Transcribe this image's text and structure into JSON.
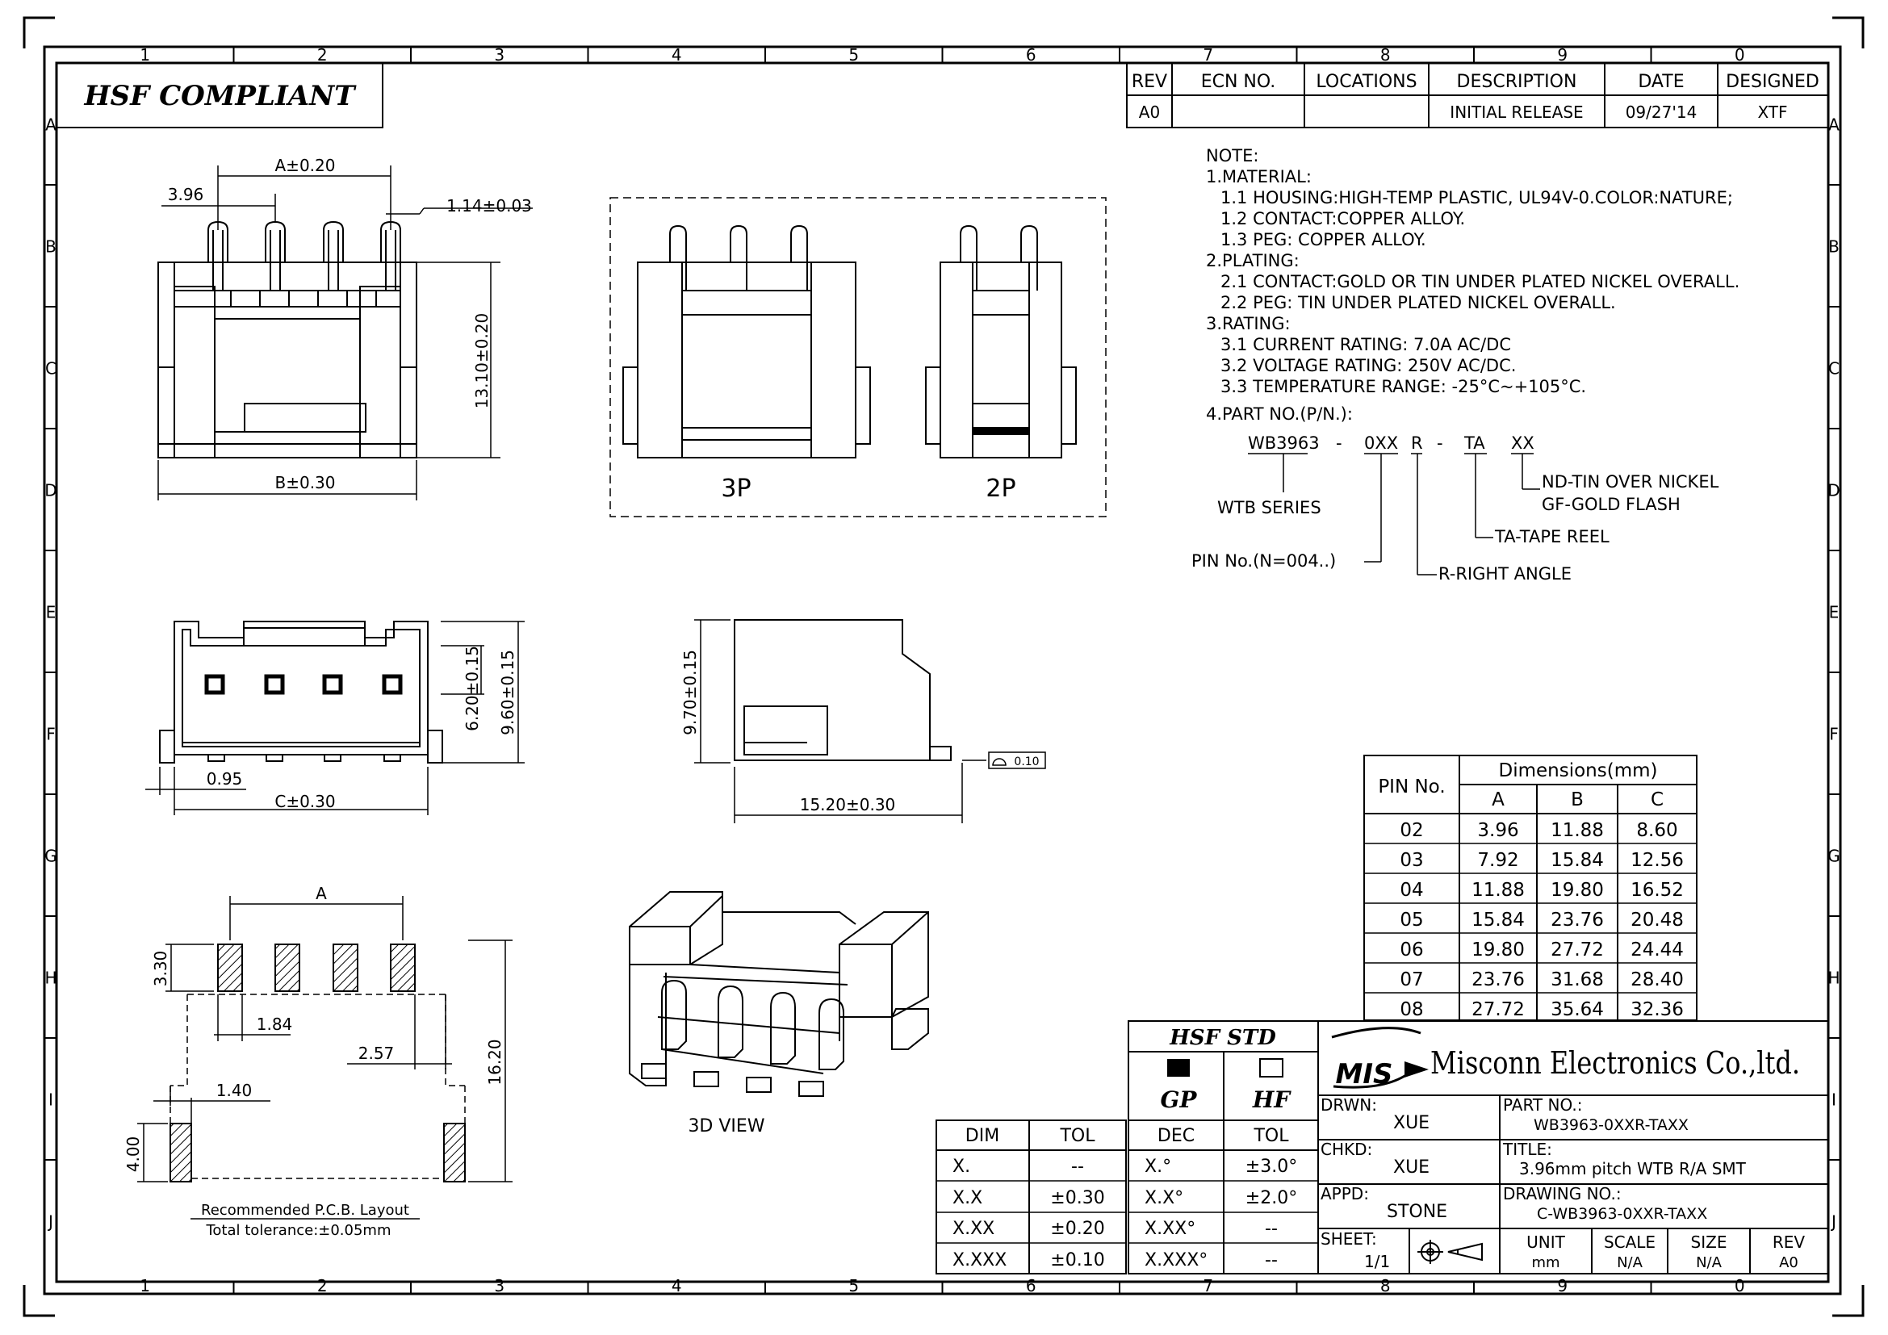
{
  "grid": {
    "columns": [
      "1",
      "2",
      "3",
      "4",
      "5",
      "6",
      "7",
      "8",
      "9",
      "0"
    ],
    "rows": [
      "A",
      "B",
      "C",
      "D",
      "E",
      "F",
      "G",
      "H",
      "I",
      "J"
    ]
  },
  "compliance_label": "HSF COMPLIANT",
  "revision_table": {
    "headers": [
      "REV",
      "ECN NO.",
      "LOCATIONS",
      "DESCRIPTION",
      "DATE",
      "DESIGNED"
    ],
    "rows": [
      [
        "A0",
        "",
        "",
        "INITIAL RELEASE",
        "09/27'14",
        "XTF"
      ]
    ]
  },
  "notes": {
    "lines": [
      "NOTE:",
      "1.MATERIAL:",
      "1.1  HOUSING:HIGH-TEMP PLASTIC, UL94V-0.COLOR:NATURE;",
      "1.2  CONTACT:COPPER ALLOY.",
      "1.3  PEG: COPPER ALLOY.",
      "2.PLATING:",
      "2.1  CONTACT:GOLD OR TIN UNDER PLATED NICKEL OVERALL.",
      "2.2  PEG: TIN UNDER PLATED NICKEL OVERALL.",
      "3.RATING:",
      "3.1  CURRENT RATING: 7.0A AC/DC",
      "3.2  VOLTAGE RATING: 250V AC/DC.",
      "3.3  TEMPERATURE RANGE: -25°C~+105°C.",
      "4.PART NO.(P/N.):"
    ],
    "part_code": {
      "p1": "WB3963",
      "d1": "-",
      "p2": "0XX",
      "p3": "R",
      "d2": "-",
      "p4": "TA",
      "p5": "XX"
    },
    "part_legend": {
      "series": "WTB SERIES",
      "pin": "PIN No.(N=004..)",
      "r": "R-RIGHT ANGLE",
      "ta": "TA-TAPE REEL",
      "nd": "ND-TIN OVER NICKEL",
      "gf": "GF-GOLD FLASH"
    }
  },
  "top_view": {
    "dim_a": "A±0.20",
    "dim_pitch": "3.96",
    "dim_pin": "1.14±0.03",
    "dim_height": "13.10±0.20",
    "dim_b": "B±0.30"
  },
  "variant_labels": {
    "three": "3P",
    "two": "2P"
  },
  "front_view": {
    "dim_c": "C±0.30",
    "dim_095": "0.95",
    "dim_620": "6.20±0.15",
    "dim_960": "9.60±0.15"
  },
  "side_view": {
    "dim_height": "9.70±0.15",
    "dim_depth": "15.20±0.30",
    "flatness": "0.10"
  },
  "pcb_layout": {
    "dim_a": "A",
    "dim_330": "3.30",
    "dim_184": "1.84",
    "dim_257": "2.57",
    "dim_140": "1.40",
    "dim_400": "4.00",
    "dim_1620": "16.20",
    "caption": "Recommended P.C.B. Layout",
    "tolerance": "Total tolerance:±0.05mm"
  },
  "view_3d_label": "3D VIEW",
  "dimension_table": {
    "pin_header": "PIN No.",
    "group_header": "Dimensions(mm)",
    "cols": [
      "A",
      "B",
      "C"
    ],
    "rows": [
      [
        "02",
        "3.96",
        "11.88",
        "8.60"
      ],
      [
        "03",
        "7.92",
        "15.84",
        "12.56"
      ],
      [
        "04",
        "11.88",
        "19.80",
        "16.52"
      ],
      [
        "05",
        "15.84",
        "23.76",
        "20.48"
      ],
      [
        "06",
        "19.80",
        "27.72",
        "24.44"
      ],
      [
        "07",
        "23.76",
        "31.68",
        "28.40"
      ],
      [
        "08",
        "27.72",
        "35.64",
        "32.36"
      ]
    ]
  },
  "tolerance_table": {
    "headers": [
      "DIM",
      "TOL"
    ],
    "rows": [
      [
        "X.",
        "--"
      ],
      [
        "X.X",
        "±0.30"
      ],
      [
        "X.XX",
        "±0.20"
      ],
      [
        "X.XXX",
        "±0.10"
      ]
    ]
  },
  "hsf_std": {
    "title": "HSF STD",
    "gp": "GP",
    "hf": "HF",
    "headers": [
      "DEC",
      "TOL"
    ],
    "rows": [
      [
        "X.°",
        "±3.0°"
      ],
      [
        "X.X°",
        "±2.0°"
      ],
      [
        "X.XX°",
        "--"
      ],
      [
        "X.XXX°",
        "--"
      ]
    ]
  },
  "title_block": {
    "logo": "MIS",
    "company": "Misconn Electronics Co.,ltd.",
    "drwn_label": "DRWN:",
    "drwn": "XUE",
    "chkd_label": "CHKD:",
    "chkd": "XUE",
    "appd_label": "APPD:",
    "appd": "STONE",
    "sheet_label": "SHEET:",
    "sheet": "1/1",
    "part_label": "PART NO.:",
    "part": "WB3963-0XXR-TAXX",
    "title_label": "TITLE:",
    "title": "3.96mm pitch WTB R/A SMT",
    "drawing_label": "DRAWING NO.:",
    "drawing": "C-WB3963-0XXR-TAXX",
    "unit_label": "UNIT",
    "unit": "mm",
    "scale_label": "SCALE",
    "scale": "N/A",
    "size_label": "SIZE",
    "size": "N/A",
    "rev_label": "REV",
    "rev": "A0"
  },
  "colors": {
    "ink": "#000000",
    "paper": "#ffffff"
  }
}
